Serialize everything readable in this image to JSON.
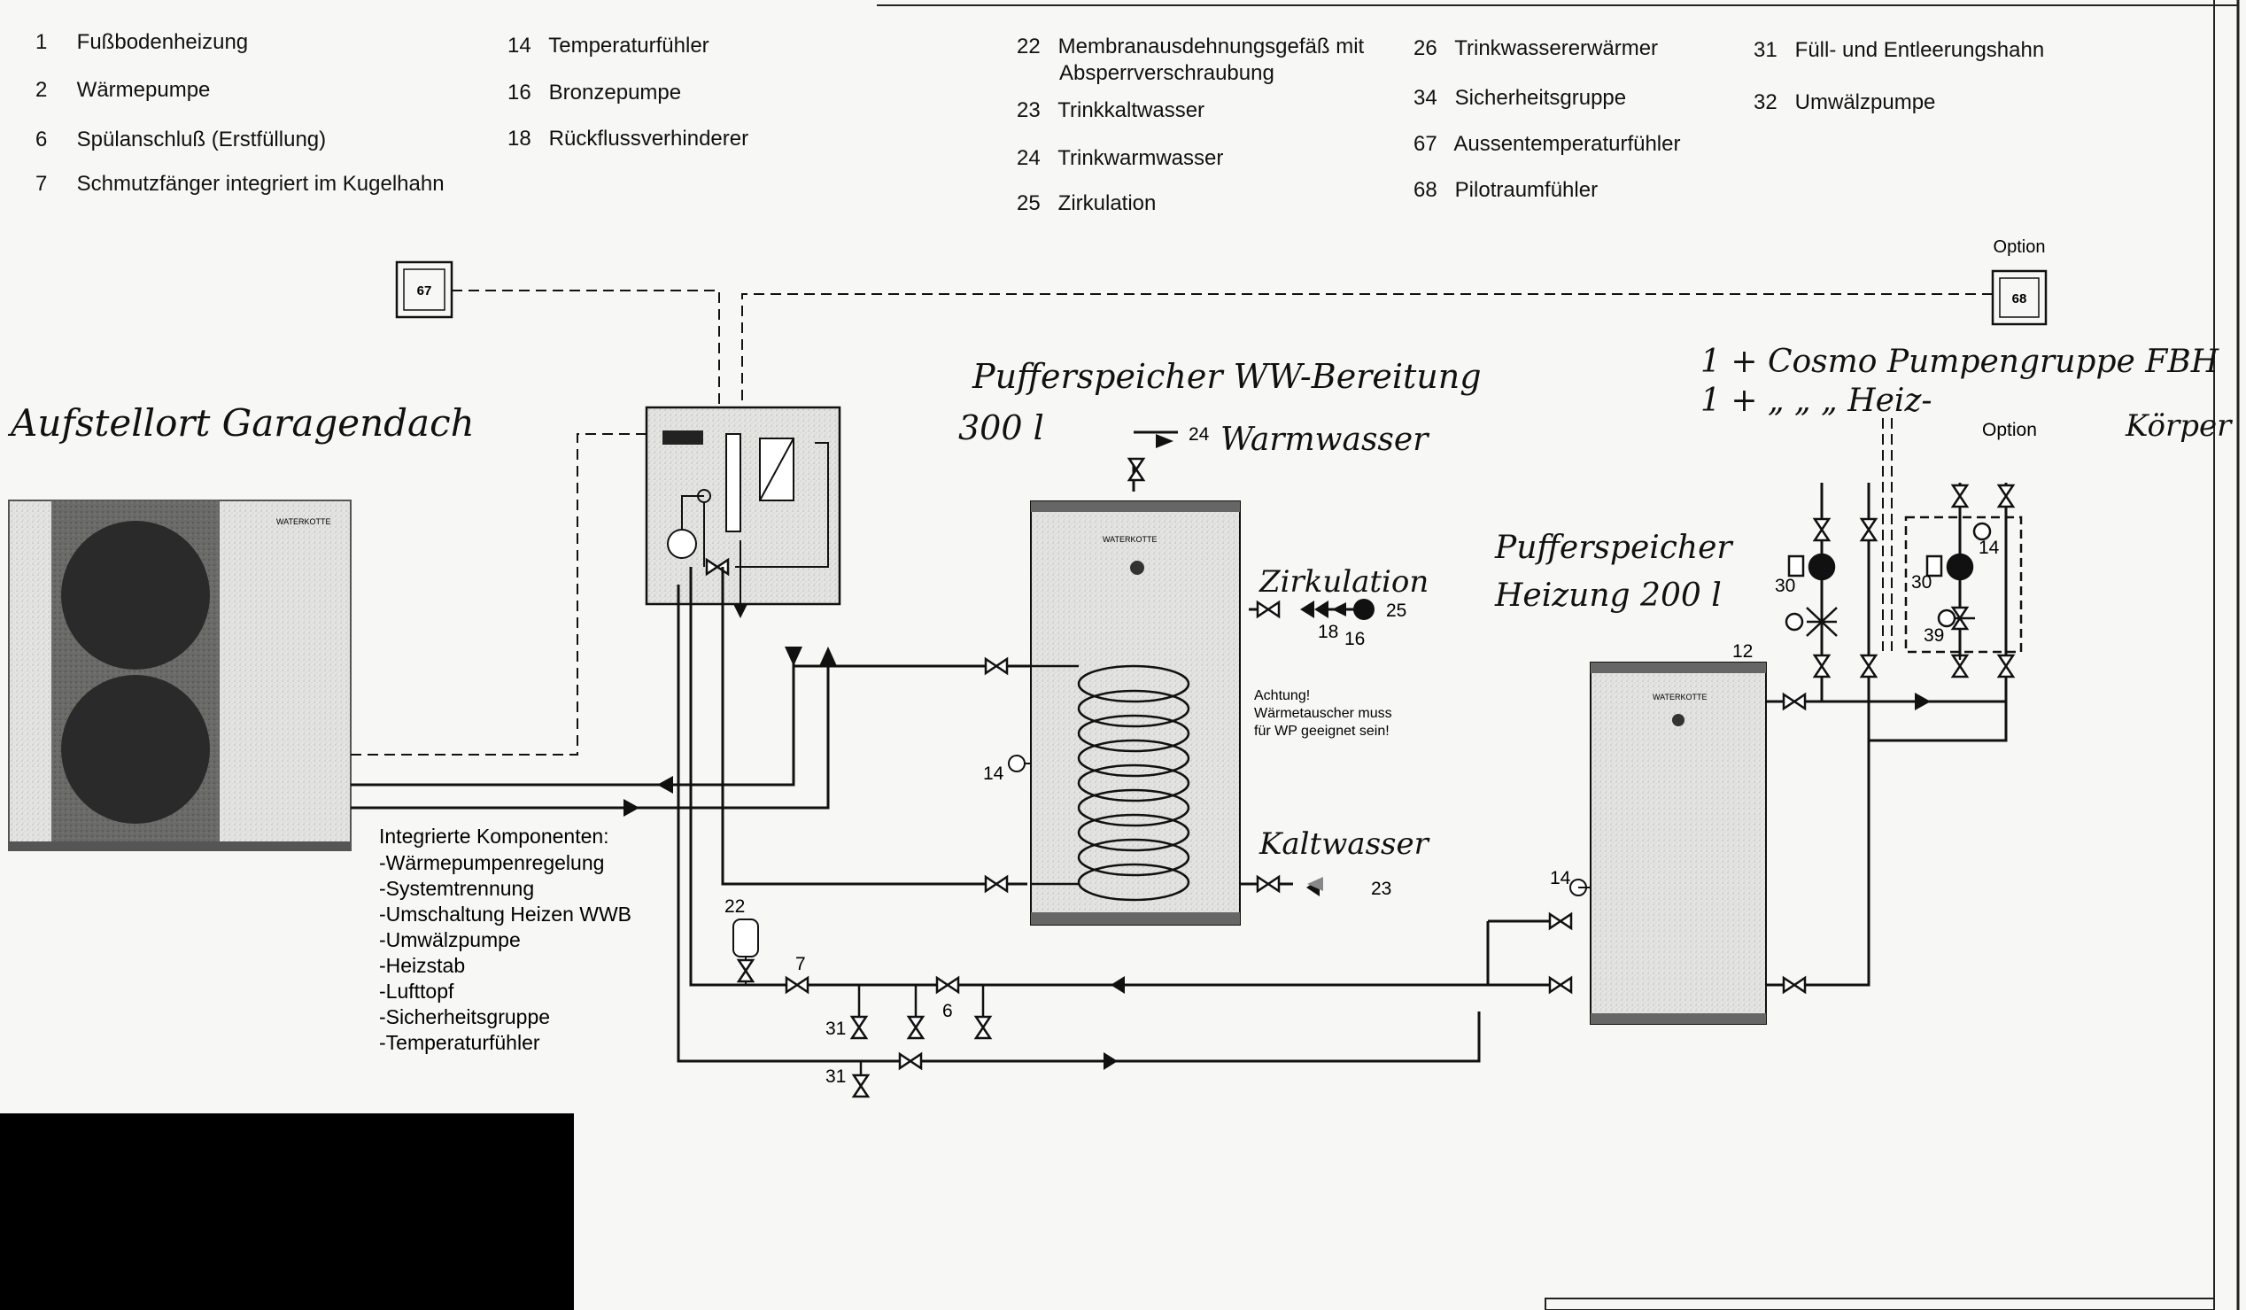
{
  "legend": [
    {
      "num": "1",
      "label": "Fußbodenheizung"
    },
    {
      "num": "2",
      "label": "Wärmepumpe"
    },
    {
      "num": "6",
      "label": "Spülanschluß (Erstfüllung)"
    },
    {
      "num": "7",
      "label": "Schmutzfänger integriert im Kugelhahn"
    },
    {
      "num": "14",
      "label": "Temperaturfühler"
    },
    {
      "num": "16",
      "label": "Bronzepumpe"
    },
    {
      "num": "18",
      "label": "Rückflussverhinderer"
    },
    {
      "num": "22",
      "label": "Membranausdehnungsgefäß mit",
      "label2": "Absperrverschraubung"
    },
    {
      "num": "23",
      "label": "Trinkkaltwasser"
    },
    {
      "num": "24",
      "label": "Trinkwarmwasser"
    },
    {
      "num": "25",
      "label": "Zirkulation"
    },
    {
      "num": "26",
      "label": "Trinkwassererwärmer"
    },
    {
      "num": "34",
      "label": "Sicherheitsgruppe"
    },
    {
      "num": "67",
      "label": "Aussentemperaturfühler"
    },
    {
      "num": "68",
      "label": "Pilotraumfühler"
    },
    {
      "num": "31",
      "label": "Füll- und Entleerungshahn"
    },
    {
      "num": "32",
      "label": "Umwälzpumpe"
    }
  ],
  "handwritten": {
    "location": "Aufstellort Garagendach",
    "buffer_ww_1": "Pufferspeicher WW-Bereitung",
    "buffer_ww_2": "300 l",
    "warmwasser": "Warmwasser",
    "zirkulation": "Zirkulation",
    "kaltwasser": "Kaltwasser",
    "buffer_heat_1": "Pufferspeicher",
    "buffer_heat_2": "Heizung 200 l",
    "pump_group_1": "1 + Cosmo  Pumpengruppe  FBH",
    "pump_group_2": "1 +     „          „          „   Heiz-",
    "pump_group_3": "Körper"
  },
  "notes": {
    "option_top": "Option",
    "option_group": "Option",
    "attention": [
      "Achtung!",
      "Wärmetauscher muss",
      "für WP geeignet sein!"
    ],
    "components_title": "Integrierte Komponenten:",
    "components": [
      "-Wärmepumpenregelung",
      "-Systemtrennung",
      "-Umschaltung Heizen WWB",
      "-Umwälzpumpe",
      "-Heizstab",
      "-Lufttopf",
      "-Sicherheitsgruppe",
      "-Temperaturfühler"
    ]
  },
  "labels": {
    "sensor_67": "67",
    "sensor_68": "68",
    "n24": "24",
    "n25": "25",
    "n18": "18",
    "n16": "16",
    "n23": "23",
    "n14a": "14",
    "n14b": "14",
    "n14c": "14",
    "n22": "22",
    "n7": "7",
    "n6": "6",
    "n31a": "31",
    "n31b": "31",
    "n12": "12",
    "n30a": "30",
    "n30b": "30",
    "n39": "39",
    "brand": "WATERKOTTE"
  }
}
